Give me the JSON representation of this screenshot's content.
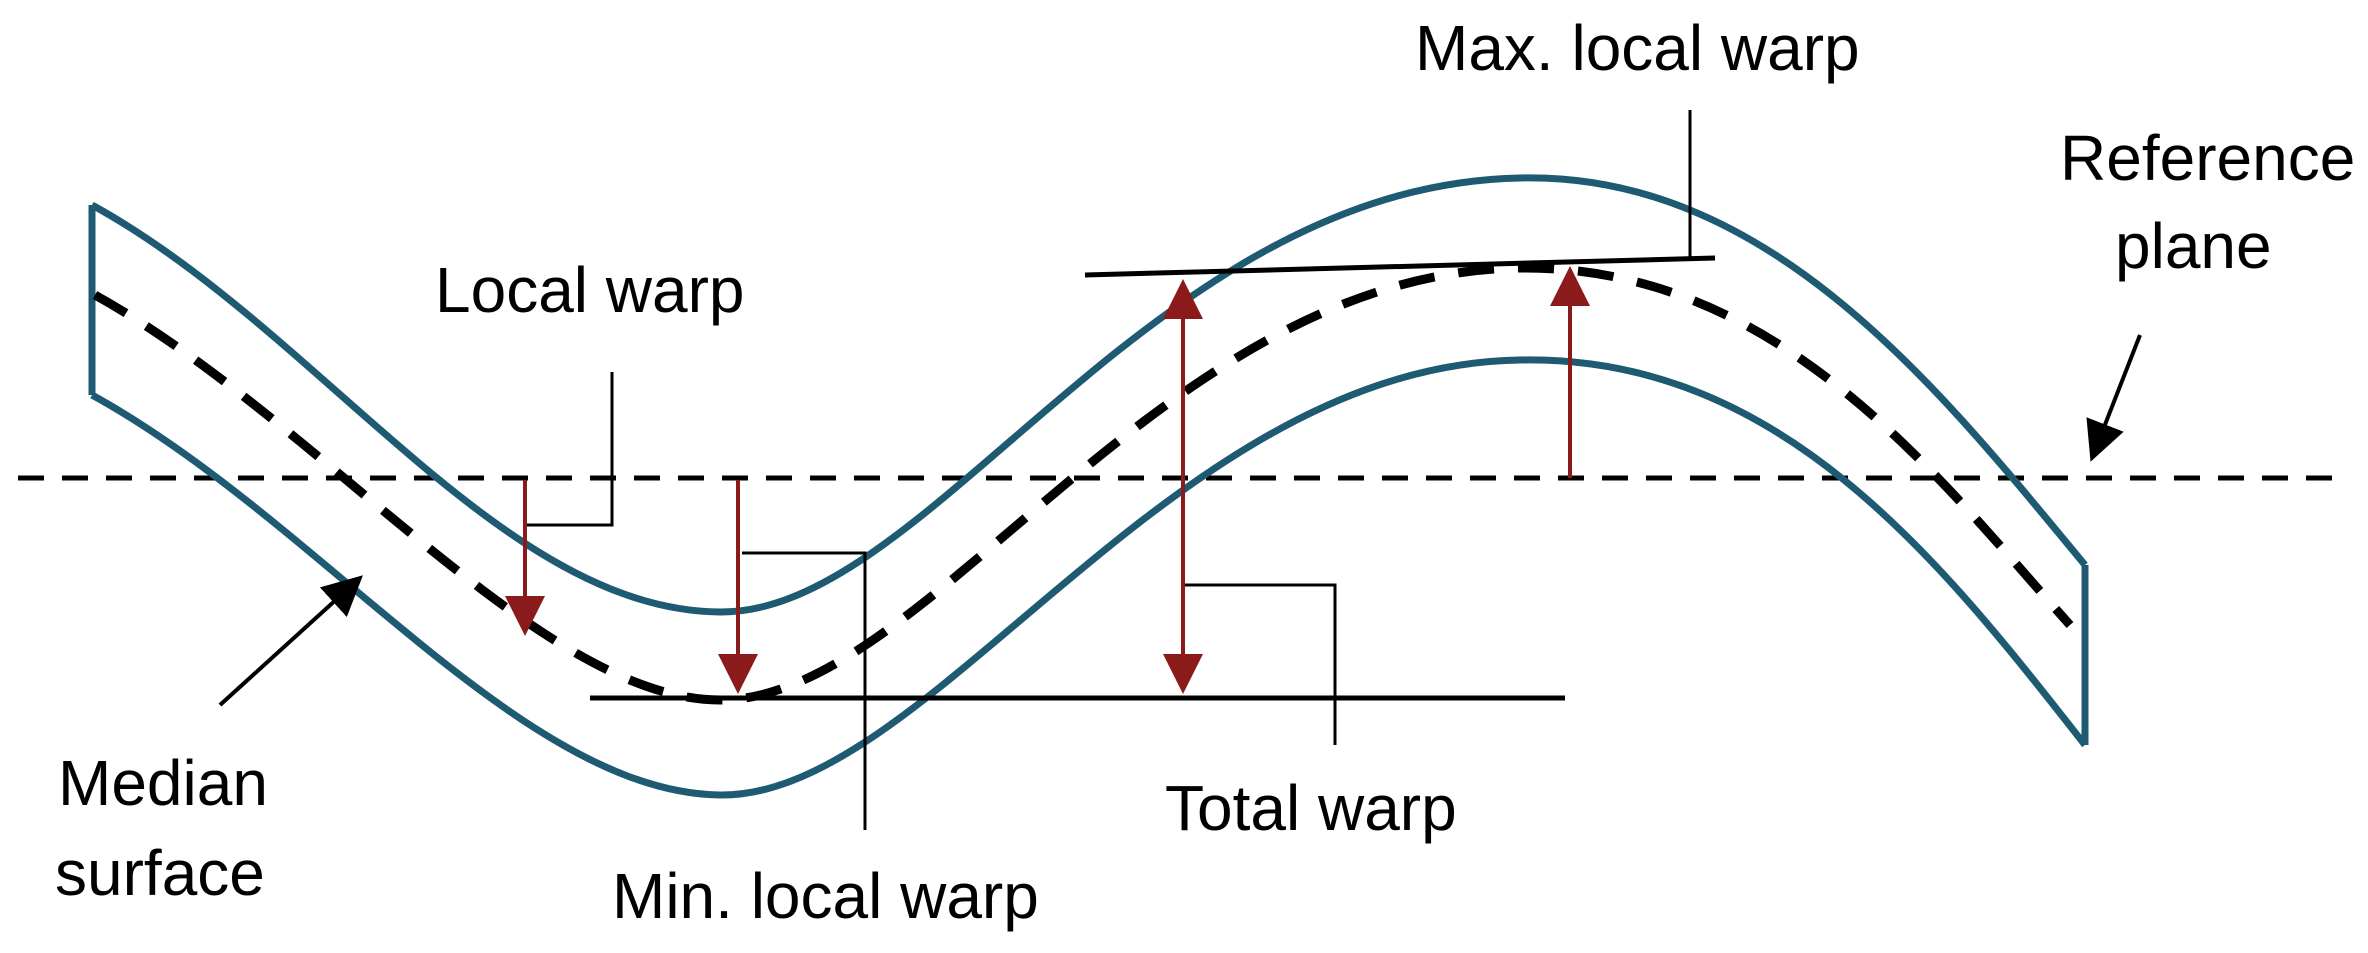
{
  "labels": {
    "max_local_warp": "Max. local warp",
    "reference_plane_line1": "Reference",
    "reference_plane_line2": "plane",
    "local_warp": "Local warp",
    "median_surface_line1": "Median",
    "median_surface_line2": "surface",
    "min_local_warp": "Min. local warp",
    "total_warp": "Total warp"
  },
  "colors": {
    "strip_outline": "#1f5a73",
    "arrow": "#8b1a1a",
    "line": "#000000"
  }
}
